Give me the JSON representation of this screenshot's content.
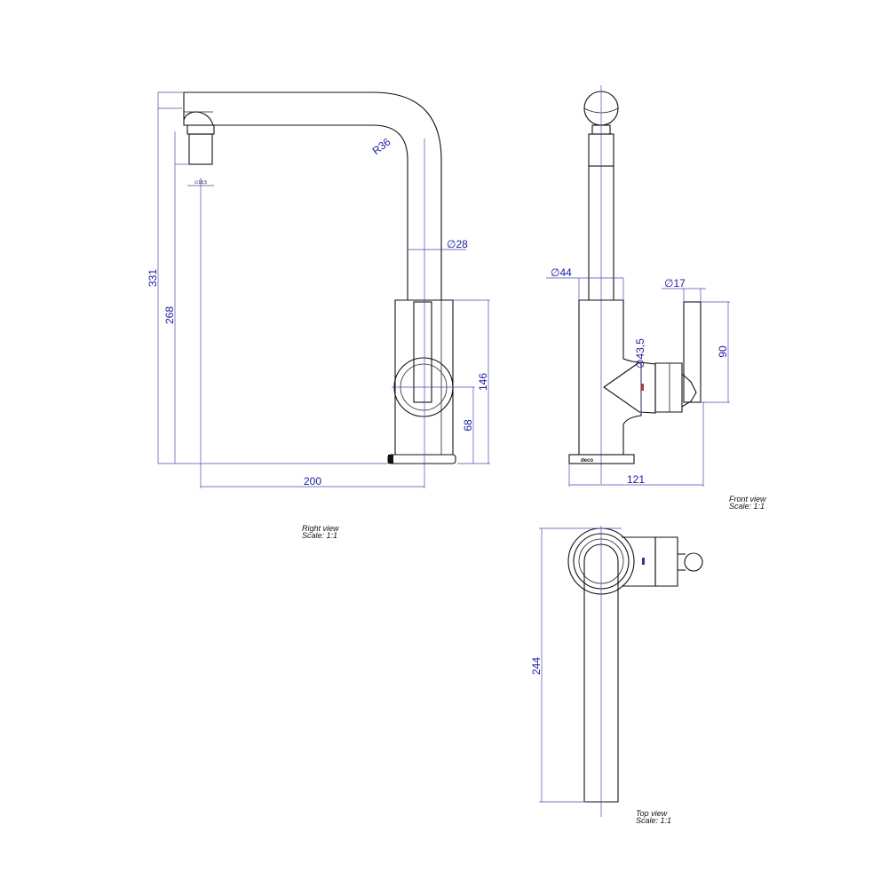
{
  "right_view": {
    "caption_title": "Right view",
    "caption_scale": "Scale:  1:1",
    "dims": {
      "total_height": "331",
      "spout_height": "268",
      "radius": "R36",
      "pipe_diameter": "∅28",
      "body_height": "146",
      "handle_height": "68",
      "reach": "200",
      "aerator_dia": "∅18,5"
    }
  },
  "front_view": {
    "caption_title": "Front view",
    "caption_scale": "Scale:  1:1",
    "brand": "deco",
    "dims": {
      "body_diameter": "∅44",
      "handle_diameter": "∅17",
      "hub_diameter": "∅43,5",
      "handle_length": "90",
      "overall_width": "121"
    }
  },
  "top_view": {
    "caption_title": "Top view",
    "caption_scale": "Scale:  1:1",
    "dims": {
      "spout_length": "244"
    }
  },
  "colors": {
    "outline": "#111111",
    "dimension": "#1a1aa0",
    "hot_marker": "#c0392b",
    "cold_marker": "#2c3e90"
  }
}
